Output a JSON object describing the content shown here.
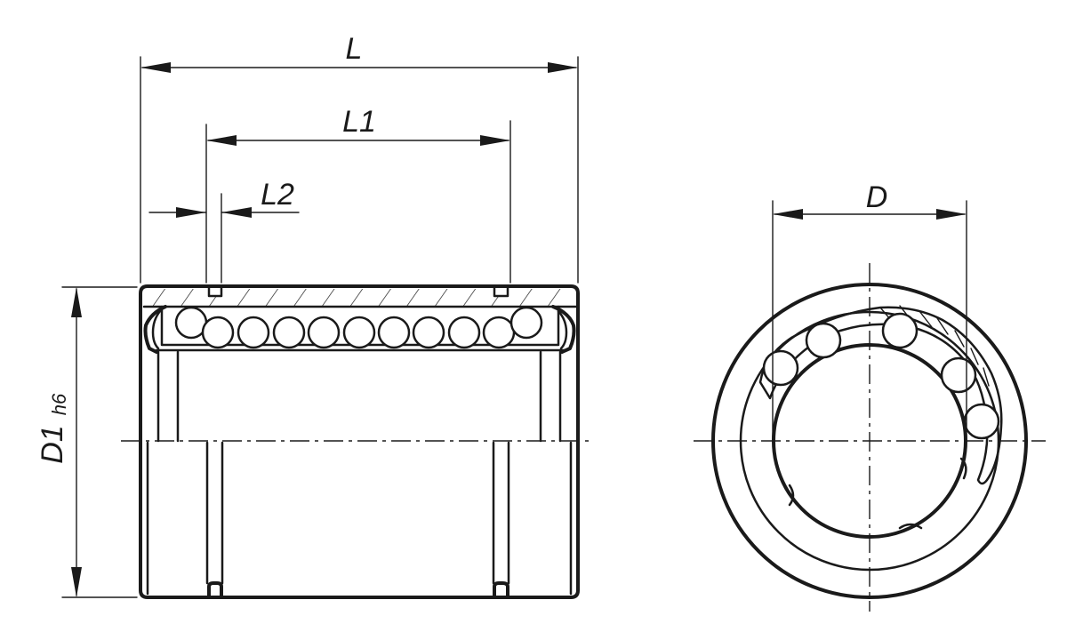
{
  "labels": {
    "L": "L",
    "L1": "L1",
    "L2": "L2",
    "D": "D",
    "D1": "D1",
    "D1_tolerance": "h6"
  },
  "colors": {
    "line": "#1a1a1a",
    "background": "#ffffff"
  }
}
